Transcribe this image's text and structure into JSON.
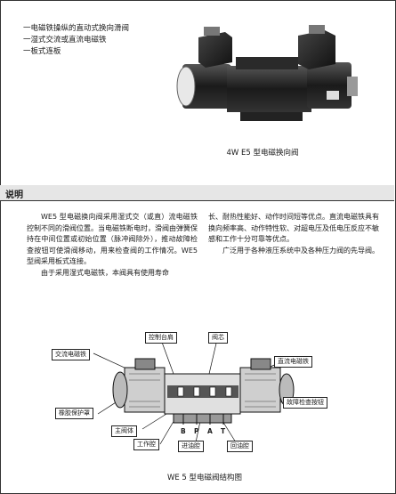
{
  "header": {
    "bullets": [
      "一电磁铁操纵的直动式换向滑阀",
      "一湿式交流或直流电磁铁",
      "一板式连板"
    ],
    "photo_caption": "4W E5 型电磁换向阀"
  },
  "section": {
    "title": "说明",
    "left_paragraphs": [
      "WE5 型电磁换向阀采用湿式交（或直）流电磁铁控制不同的滑阀位置。当电磁铁断电时，滑阀由弹簧保持在中间位置或初始位置（脉冲阀除外），推动故障检查按钮可使滑阀移动，用来检查阀的工作情况。WE5 型阀采用板式连接。",
      "由于采用湿式电磁铁，本阀具有使用寿命"
    ],
    "right_paragraphs": [
      "长、耐热性能好、动作时间短等优点。直流电磁铁具有换向频率高、动作特性软、对超电压及低电压反应不敏感和工作十分可靠等优点。",
      "广泛用于各种液压系统中及各种压力阀的先导阀。"
    ]
  },
  "diagram": {
    "labels": {
      "control_housing": "控制台肩",
      "valve_core": "阀芯",
      "ac_solenoid": "交流电磁铁",
      "dc_solenoid": "直流电磁铁",
      "rubber_cover": "橡胶保护罩",
      "fault_button": "故障检查按钮",
      "main_body": "主阀体",
      "work_chamber": "工作腔",
      "inlet_chamber": "进油腔",
      "return_chamber": "回油腔"
    },
    "ports": [
      "B",
      "P",
      "A",
      "T"
    ],
    "caption": "WE 5 型电磁阀结构图"
  }
}
